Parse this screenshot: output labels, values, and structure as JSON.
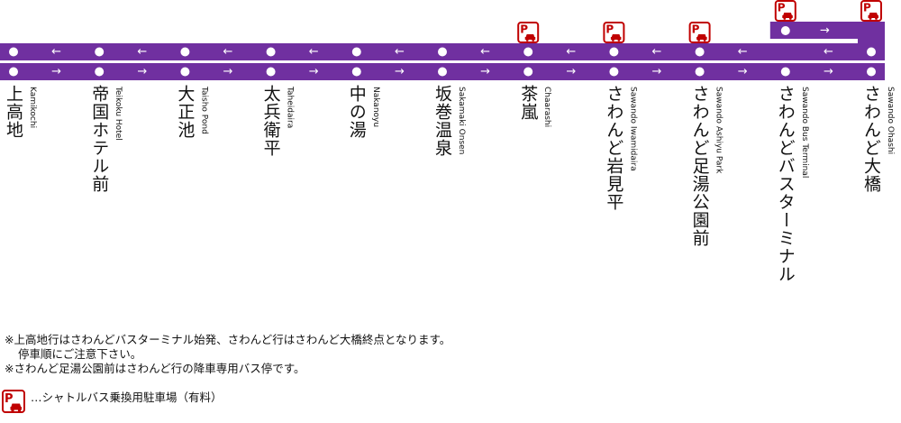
{
  "stops": [
    {
      "ja": "上高地",
      "en": "Kamikochi",
      "parking": false
    },
    {
      "ja": "帝国ホテル前",
      "en": "Teikoku Hotel",
      "parking": false
    },
    {
      "ja": "大正池",
      "en": "Taisho Pond",
      "parking": false
    },
    {
      "ja": "太兵衛平",
      "en": "Taheidaira",
      "parking": false
    },
    {
      "ja": "中の湯",
      "en": "Nakanoyu",
      "parking": false
    },
    {
      "ja": "坂巻温泉",
      "en": "Sakamaki Onsen",
      "parking": false
    },
    {
      "ja": "茶嵐",
      "en": "Chaarashi",
      "parking": true
    },
    {
      "ja": "さわんど岩見平",
      "en": "Sawando Iwamidaira",
      "parking": true
    },
    {
      "ja": "さわんど足湯公園前",
      "en": "Sawando Ashiyu Park",
      "parking": true
    },
    {
      "ja": "さわんどバスターミナル",
      "en": "Sawando Bus Terminal",
      "parking": true
    },
    {
      "ja": "さわんど大橋",
      "en": "Sawando Ohashi",
      "parking": true
    }
  ],
  "arrows": {
    "left": "←",
    "right": "→"
  },
  "notes": {
    "line1": "※上高地行はさわんどバスターミナル始発、さわんど行はさわんど大橋終点となります。",
    "line2": "停車順にご注意下さい。",
    "line3": "※さわんど足湯公園前はさわんど行の降車専用バス停です。"
  },
  "legend": {
    "icon_letter": "P",
    "text": "…シャトルバス乗換用駐車場（有料）"
  },
  "colors": {
    "line": "#7030a0",
    "parking": "#c00000",
    "stop_dot": "#ffffff"
  }
}
